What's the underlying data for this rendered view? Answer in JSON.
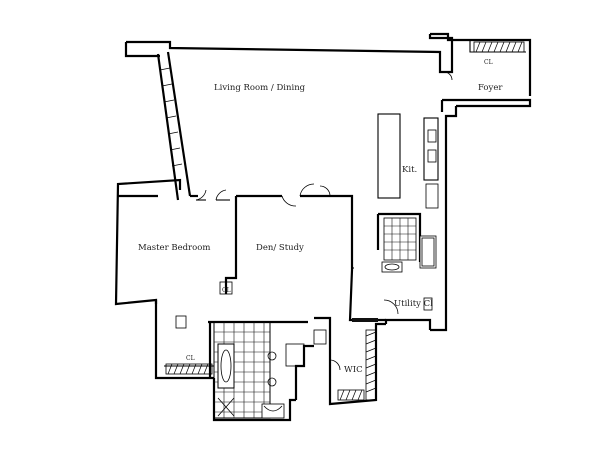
{
  "plan": {
    "rooms": [
      {
        "id": "living",
        "label": "Living Room / Dining"
      },
      {
        "id": "foyer",
        "label": "Foyer"
      },
      {
        "id": "kitchen",
        "label": "Kit."
      },
      {
        "id": "master",
        "label": "Master Bedroom"
      },
      {
        "id": "den",
        "label": "Den/ Study"
      },
      {
        "id": "utility",
        "label": "Utility Cl"
      },
      {
        "id": "wic",
        "label": "WIC"
      }
    ],
    "small_labels": {
      "cl_top_right": "CL",
      "cl_left": "CL",
      "cl_bedroom": "CL"
    }
  }
}
